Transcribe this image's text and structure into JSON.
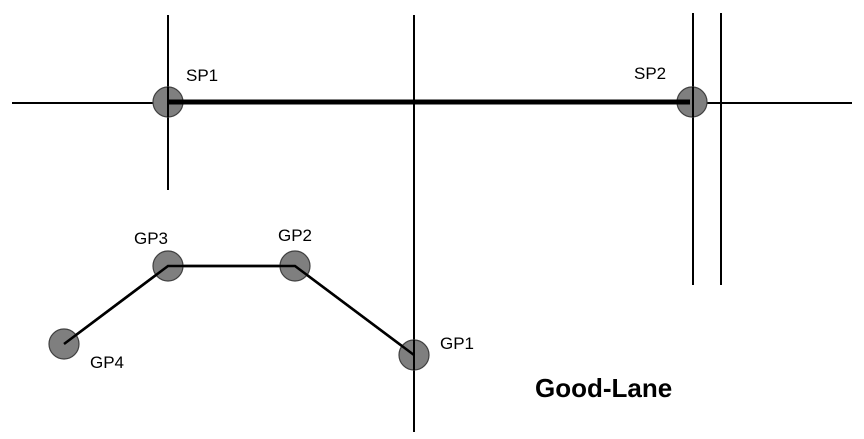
{
  "diagram": {
    "title": "Good-Lane",
    "points": {
      "sp1": "SP1",
      "sp2": "SP2",
      "gp1": "GP1",
      "gp2": "GP2",
      "gp3": "GP3",
      "gp4": "GP4"
    },
    "colors": {
      "point_fill": "#7f7f7f",
      "line": "#000000",
      "background": "#ffffff"
    }
  }
}
